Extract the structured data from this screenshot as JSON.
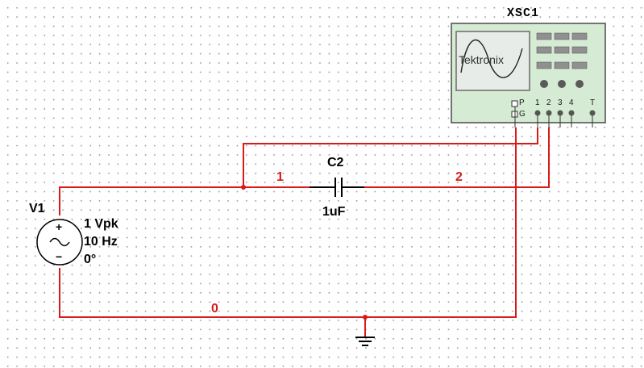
{
  "oscilloscope": {
    "refdes": "XSC1",
    "brand": "Tektronix",
    "probe_labels": [
      "P",
      "G"
    ],
    "channel_labels": [
      "1",
      "2",
      "3",
      "4",
      "T"
    ]
  },
  "source": {
    "refdes": "V1",
    "amplitude": "1 Vpk",
    "frequency": "10 Hz",
    "phase": "0°",
    "plus": "+",
    "minus": "−"
  },
  "capacitor": {
    "refdes": "C2",
    "value": "1uF"
  },
  "nets": {
    "net1": "1",
    "net2": "2",
    "net0": "0"
  },
  "colors": {
    "wire": "#d81a1a",
    "component": "#000000",
    "scope_body": "#d6ebd4",
    "scope_screen": "#e8ece8"
  }
}
